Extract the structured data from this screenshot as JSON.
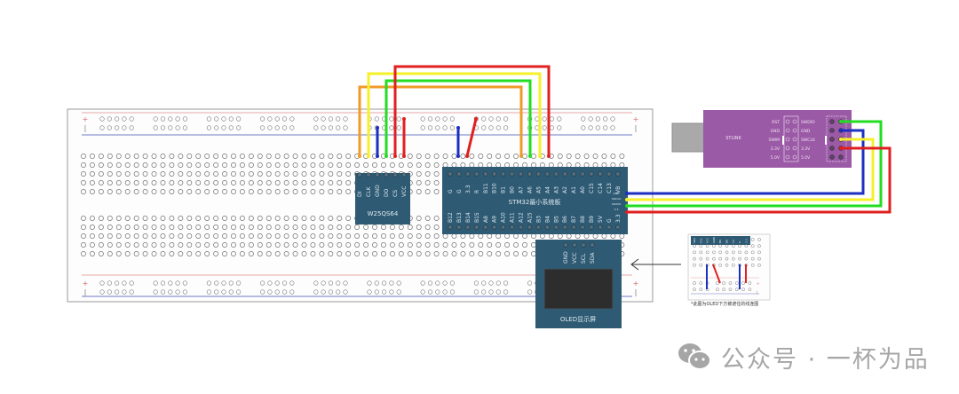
{
  "diagram": {
    "title": "STM32 + W25Q64 + OLED + ST-Link wiring on breadboard",
    "breadboard": {
      "rail_plus_symbol": "+",
      "rail_minus_symbol": "−",
      "column_count": 62,
      "rows_per_half": 5
    },
    "w25q64": {
      "name": "W25QS64",
      "pins": [
        "DI",
        "CLK",
        "GND",
        "DO",
        "CS",
        "VCC"
      ],
      "color": "#2e5a73"
    },
    "stm32": {
      "name": "STM32最小系统板",
      "top_pins": [
        "G",
        "G",
        "3.3",
        "R",
        "B11",
        "B10",
        "B1",
        "B0",
        "A7",
        "A6",
        "A5",
        "A4",
        "A3",
        "A2",
        "A1",
        "A0",
        "C15",
        "C14",
        "C13",
        "VB"
      ],
      "bottom_pins": [
        "B12",
        "B13",
        "B14",
        "B15",
        "A8",
        "A9",
        "A10",
        "A11",
        "A12",
        "A15",
        "B3",
        "B4",
        "B5",
        "B6",
        "B7",
        "B8",
        "B9",
        "5V",
        "G",
        "3.3"
      ],
      "swd_pins": [
        "GND",
        "SWCLK",
        "SWDIO",
        "3.3"
      ],
      "color": "#2e5a73"
    },
    "oled": {
      "name": "OLED显示屏",
      "pins": [
        "GND",
        "VCC",
        "SCL",
        "SDA"
      ],
      "color": "#2e5a73"
    },
    "stlink": {
      "name": "STLINK",
      "left_labels": [
        "RST",
        "GND",
        "SWIM",
        "3.3V",
        "5.0V"
      ],
      "right_labels": [
        "SWDIO",
        "GND",
        "SWCLK",
        "3.3V",
        "5.0V"
      ],
      "color": "#9b5aa6"
    },
    "inset": {
      "caption": "*此图为OLED下方被遮住的线连图",
      "pins": [
        "SDA",
        "SCL",
        "VCC",
        "GND",
        "B9",
        "B8",
        "5V",
        "G",
        "3.3"
      ]
    },
    "wire_colors": {
      "red": "#e02020",
      "blue": "#1c2fc0",
      "green": "#22dd22",
      "yellow": "#f5f02a",
      "orange": "#f09a2a"
    }
  },
  "watermark": {
    "icon": "wechat-icon",
    "text": "公众号 · 一杯为品"
  }
}
